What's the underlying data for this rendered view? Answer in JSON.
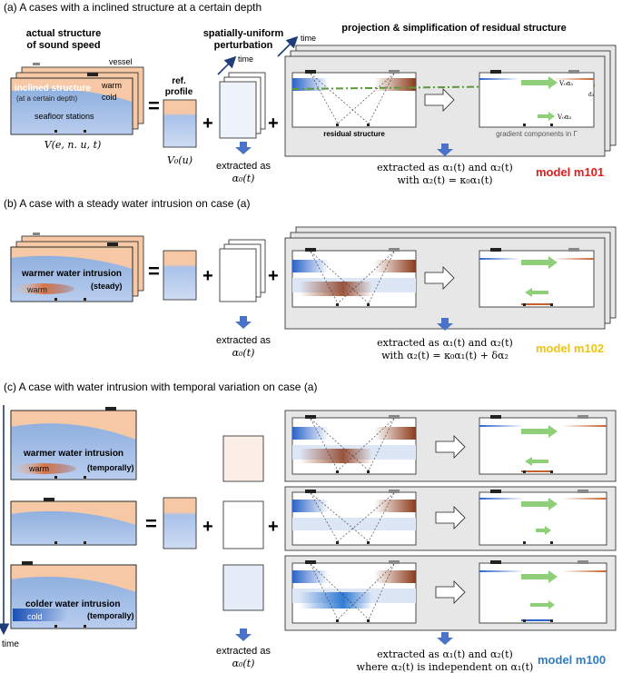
{
  "colors": {
    "warm": "#f6c8a6",
    "cold": "#8fb0df",
    "cold_dark": "#2b63c9",
    "warm_dark": "#8b3a1a",
    "panel_gray": "#e7e7e7",
    "green_arrow": "#8fcf7a",
    "green_line": "#5a9a3a",
    "arrow_blue": "#4a72c8",
    "m101": "#e31b1b",
    "m102": "#f2c40f",
    "m100": "#2f7cc0",
    "time_arrow": "#1f3d7a"
  },
  "sections": {
    "a": {
      "heading": "(a) A cases with a inclined structure at a certain depth",
      "col_actual": "actual structure",
      "col_actual_2": "of sound speed",
      "col_ref": "ref.",
      "col_ref_2": "profile",
      "col_pert": "spatially-uniform",
      "col_pert_2": "perturbation",
      "col_proj": "projection & simplification of residual structure",
      "time": "time",
      "vessel": "vessel",
      "inclined": "inclined structure",
      "inclined_sub": "(at a certain depth)",
      "warm": "warm",
      "cold": "cold",
      "seafloor": "seafloor stations",
      "V_formula": "V(e, n. u, t)",
      "V0_formula": "V₀(u)",
      "residual": "residual structure",
      "gradient": "gradient components in Γ",
      "label_v0a1": "V₀α₁",
      "label_v0a2": "V₀α₂",
      "label_dz": "d₂",
      "extracted_alpha0": "extracted as",
      "alpha0": "α₀(t)",
      "extracted_line1": "extracted as α₁(t) and α₂(t)",
      "extracted_line2": "with α₂(t) = κ₀α₁(t)",
      "model": "model m101"
    },
    "b": {
      "heading": "(b) A case with a steady water intrusion on case (a)",
      "intrusion": "warmer water intrusion",
      "steady": "(steady)",
      "warm": "warm",
      "extracted_alpha0": "extracted as",
      "alpha0": "α₀(t)",
      "extracted_line1": "extracted as α₁(t) and α₂(t)",
      "extracted_line2": "with α₂(t) = κ₀α₁(t) + δα₂",
      "model": "model m102"
    },
    "c": {
      "heading": "(c) A case with water intrusion with temporal variation on case (a)",
      "warmer": "warmer water intrusion",
      "temporally1": "(temporally)",
      "warm": "warm",
      "colder": "colder water intrusion",
      "temporally2": "(temporally)",
      "cold": "cold",
      "time": "time",
      "extracted_alpha0": "extracted as",
      "alpha0": "α₀(t)",
      "extracted_line1": "extracted as α₁(t) and α₂(t)",
      "extracted_line2": "where α₂(t) is independent on α₁(t)",
      "model": "model m100"
    }
  }
}
